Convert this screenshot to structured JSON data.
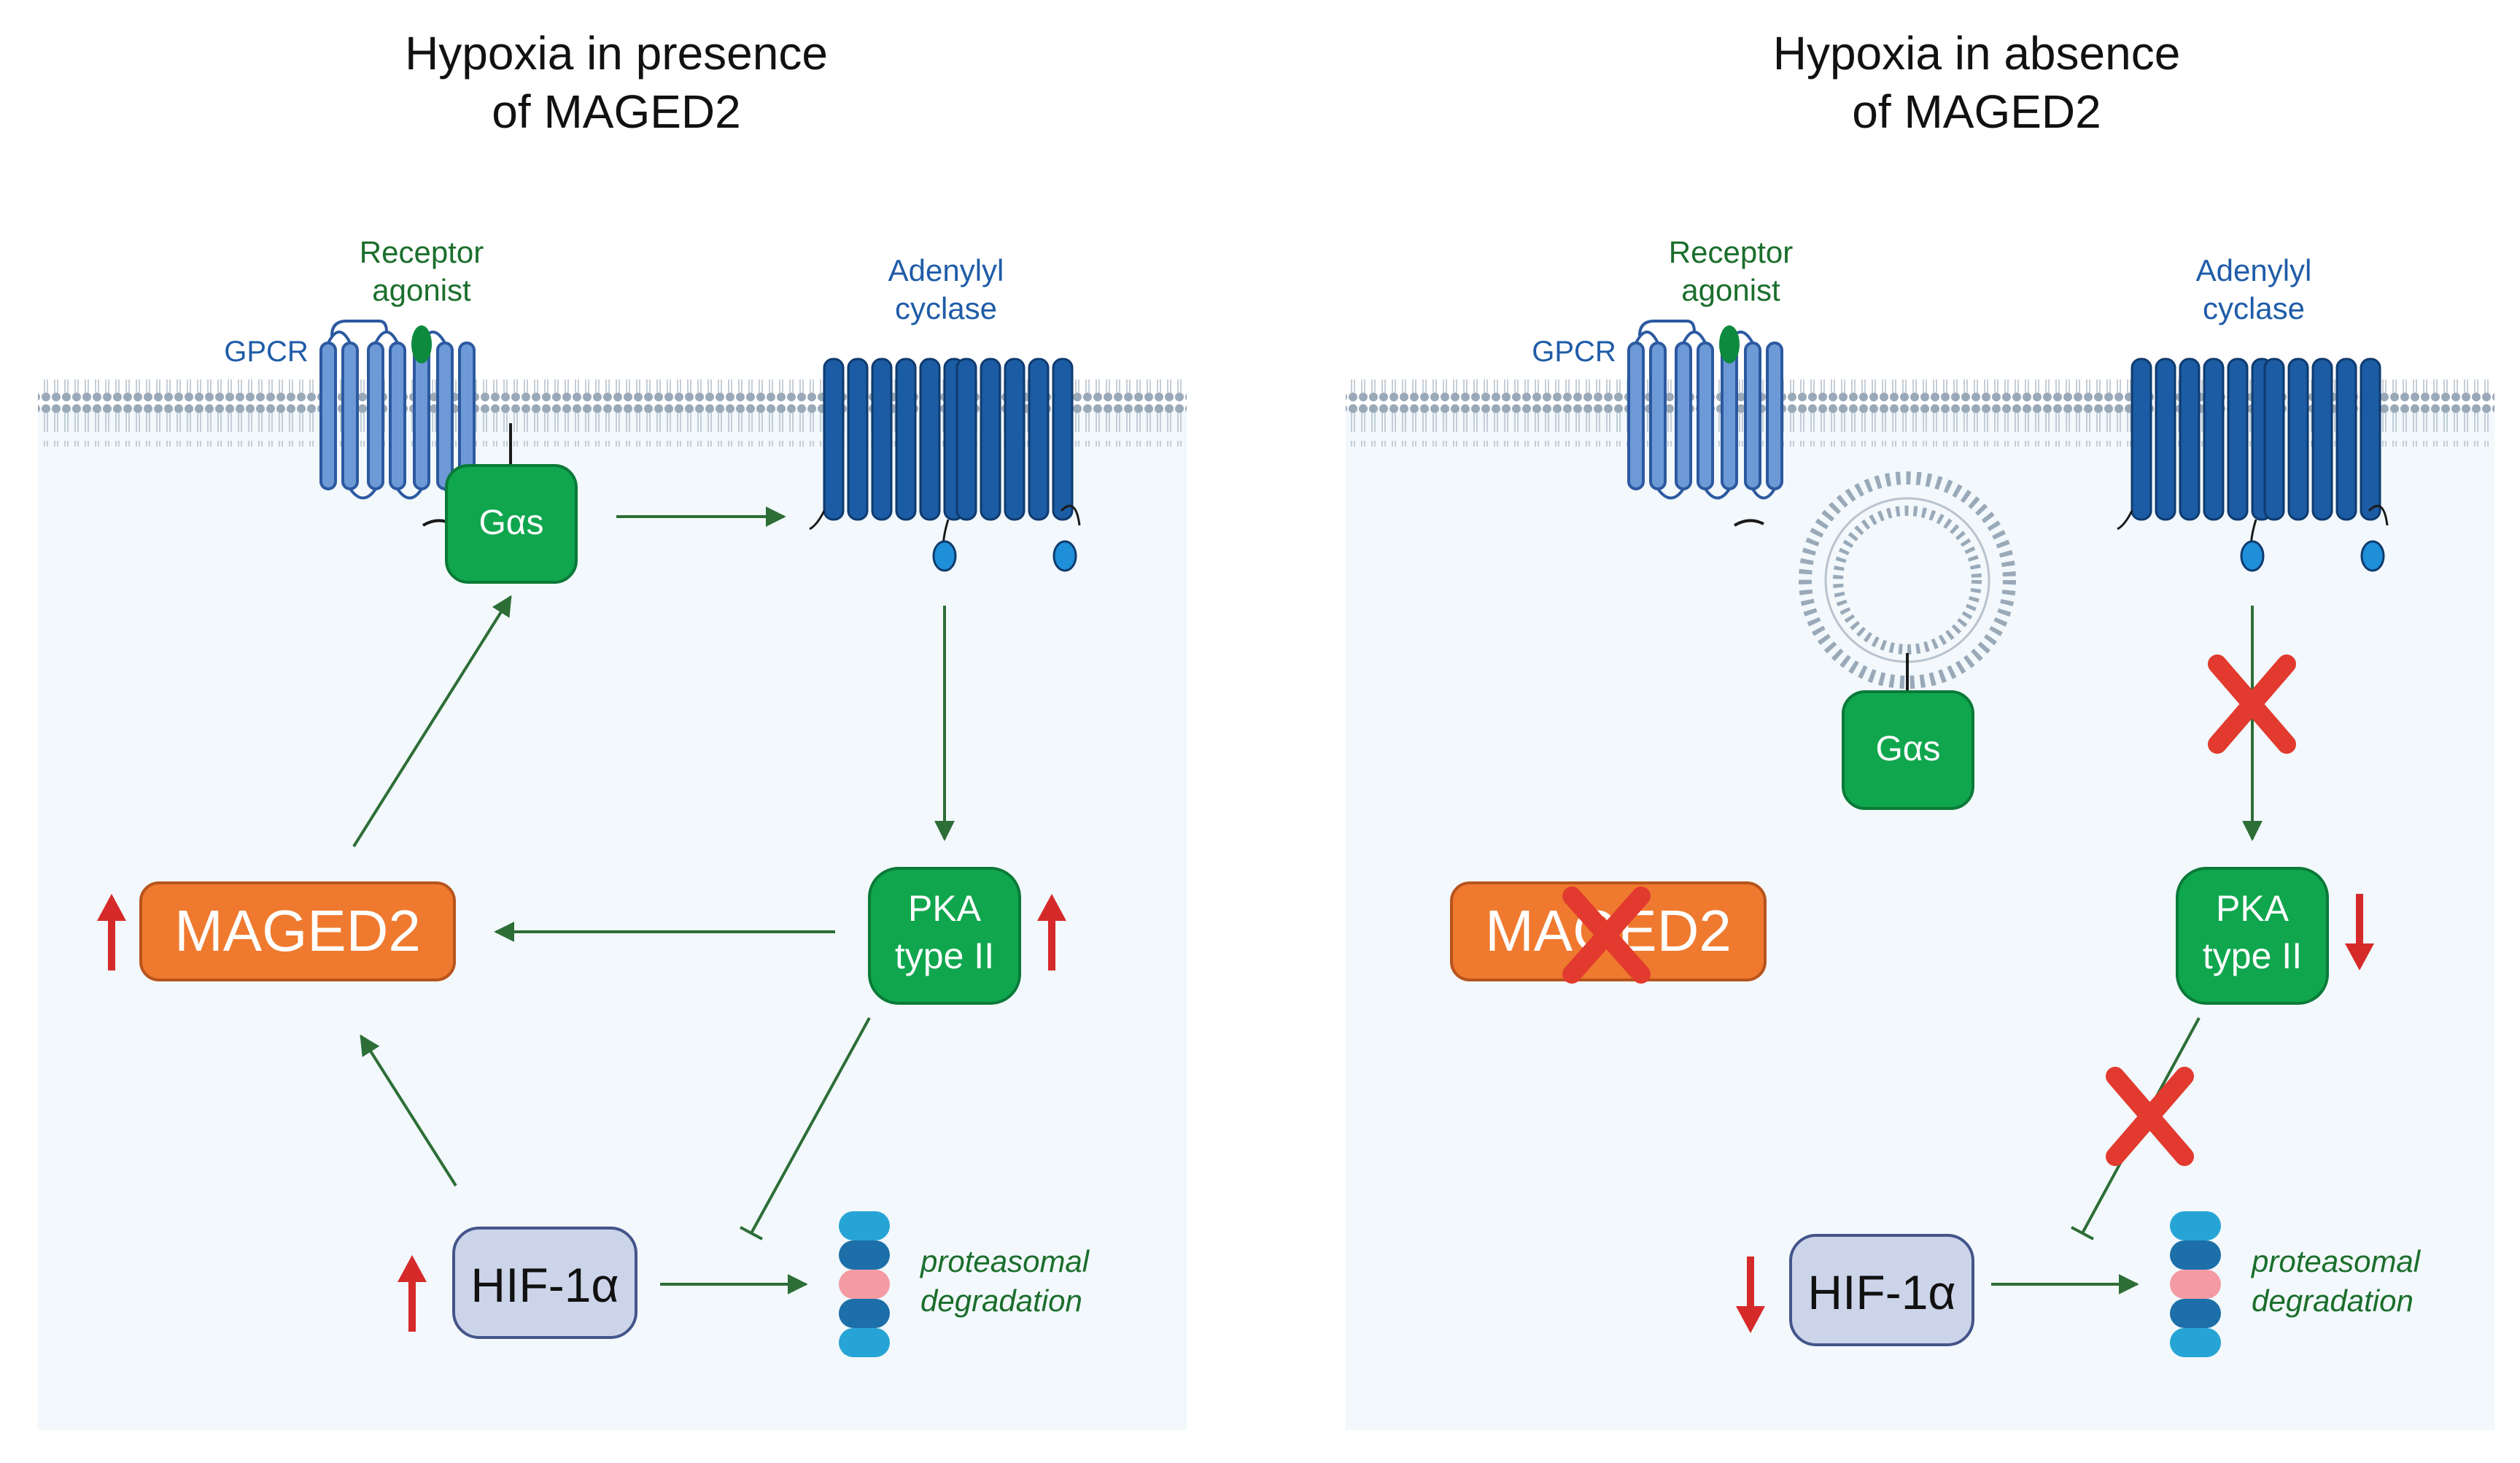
{
  "colors": {
    "cell_bg": "#f2f8fb",
    "arrow": "#2d6e37",
    "node_green": "#10a64e",
    "node_green_stroke": "#0a7a38",
    "maged_fill": "#ef7a2f",
    "maged_stroke": "#b8541c",
    "hif_fill": "#ccd4ea",
    "hif_stroke": "#44558a",
    "gpcr_fill": "#6d9ad6",
    "gpcr_stroke": "#2c59a0",
    "ac_fill": "#1b5ca4",
    "ac_stroke": "#0f3a6e",
    "membrane": "#9aa9b8",
    "up_down": "#d62a2a",
    "cross": "#e23a2e",
    "label_green": "#1b6e2c",
    "label_blue": "#1f5ca8",
    "title": "#111111"
  },
  "left_panel": {
    "title_line1": "Hypoxia in presence",
    "title_line2": "of MAGED2",
    "receptor_line1": "Receptor",
    "receptor_line2": "agonist",
    "gpcr": "GPCR",
    "adenylyl_line1": "Adenylyl",
    "adenylyl_line2": "cyclase",
    "gas": "Gαs",
    "pka_line1": "PKA",
    "pka_line2": "type II",
    "maged2": "MAGED2",
    "hif": "HIF-1α",
    "proteasome_line1": "proteasomal",
    "proteasome_line2": "degradation",
    "maged2_change": "up",
    "pka_change": "up",
    "hif_change": "up"
  },
  "right_panel": {
    "title_line1": "Hypoxia in absence",
    "title_line2": "of MAGED2",
    "receptor_line1": "Receptor",
    "receptor_line2": "agonist",
    "gpcr": "GPCR",
    "adenylyl_line1": "Adenylyl",
    "adenylyl_line2": "cyclase",
    "gas": "Gαs",
    "pka_line1": "PKA",
    "pka_line2": "type II",
    "maged2": "MAGED2",
    "hif": "HIF-1α",
    "proteasome_line1": "proteasomal",
    "proteasome_line2": "degradation",
    "pka_change": "down",
    "hif_change": "down"
  }
}
